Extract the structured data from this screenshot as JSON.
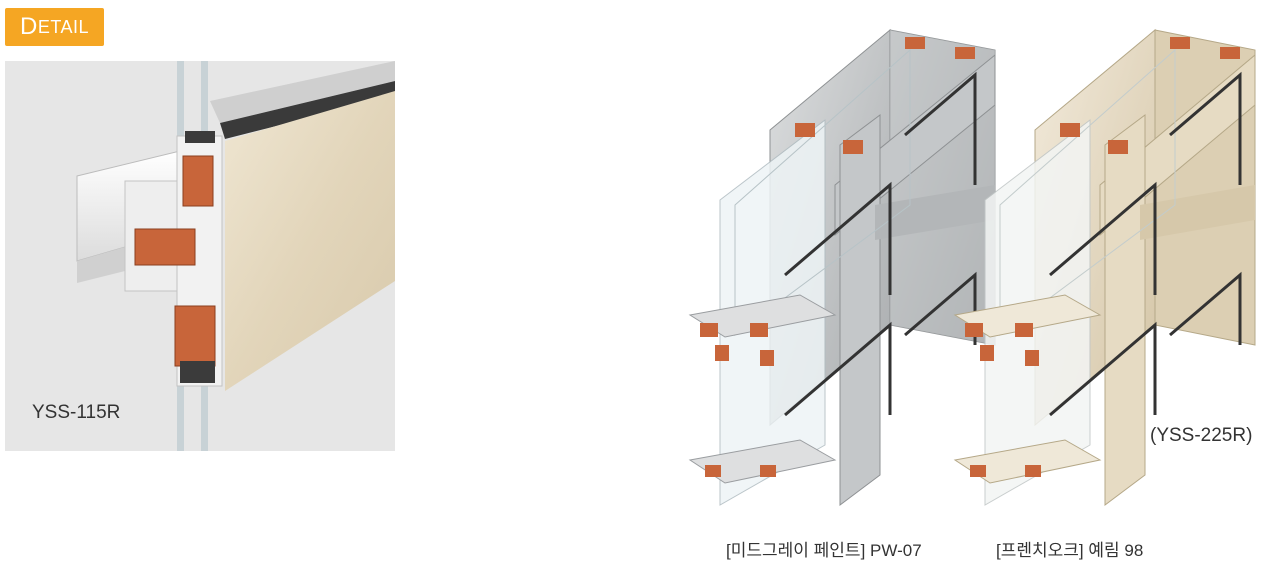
{
  "badge": {
    "first_letter": "D",
    "rest": "ETAIL"
  },
  "detail": {
    "model_label": "YSS-115R"
  },
  "render": {
    "model_label": "(YSS-225R)"
  },
  "captions": [
    {
      "text": "[미드그레이 페인트] PW-07"
    },
    {
      "text": "[프렌치오크] 예림 98"
    }
  ],
  "colors": {
    "badge": "#f5a623",
    "panel": "#e6e6e6",
    "wood": "#e8dcc3",
    "gray_frame": "#c9cbcc",
    "seal": "#c8653a"
  }
}
